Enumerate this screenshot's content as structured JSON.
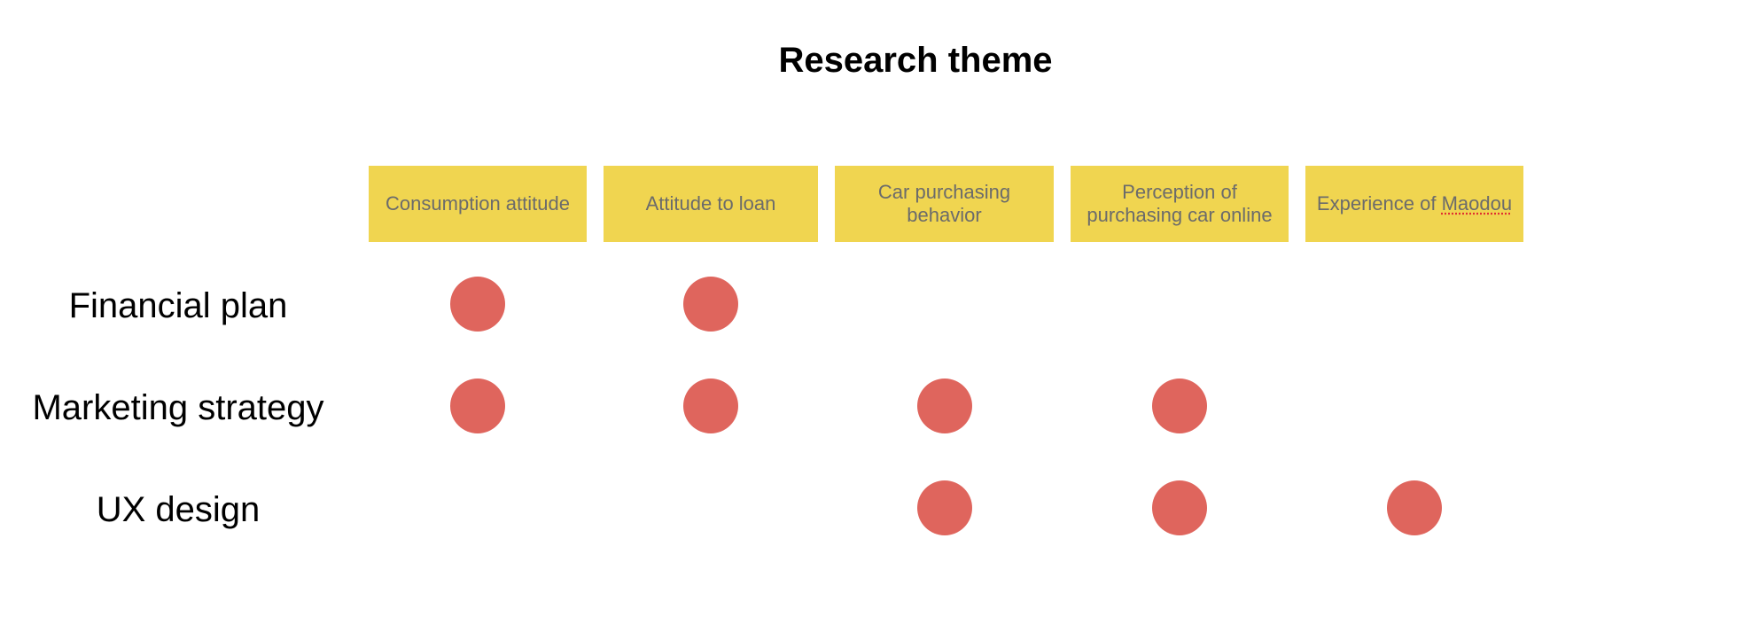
{
  "title": "Research theme",
  "colors": {
    "sticky": "#F0D550",
    "dot": "#DF655D",
    "underline": "#E03030"
  },
  "columns": [
    {
      "label": "Consumption attitude"
    },
    {
      "label": "Attitude to loan"
    },
    {
      "label": "Car purchasing behavior"
    },
    {
      "label": "Perception of purchasing car online"
    },
    {
      "label_prefix": "Experience of ",
      "label_underlined": "Maodou"
    }
  ],
  "rows": [
    {
      "label": "Financial plan",
      "marks": [
        true,
        true,
        false,
        false,
        false
      ]
    },
    {
      "label": "Marketing strategy",
      "marks": [
        true,
        true,
        true,
        true,
        false
      ]
    },
    {
      "label": "UX design",
      "marks": [
        false,
        false,
        true,
        true,
        true
      ]
    }
  ]
}
